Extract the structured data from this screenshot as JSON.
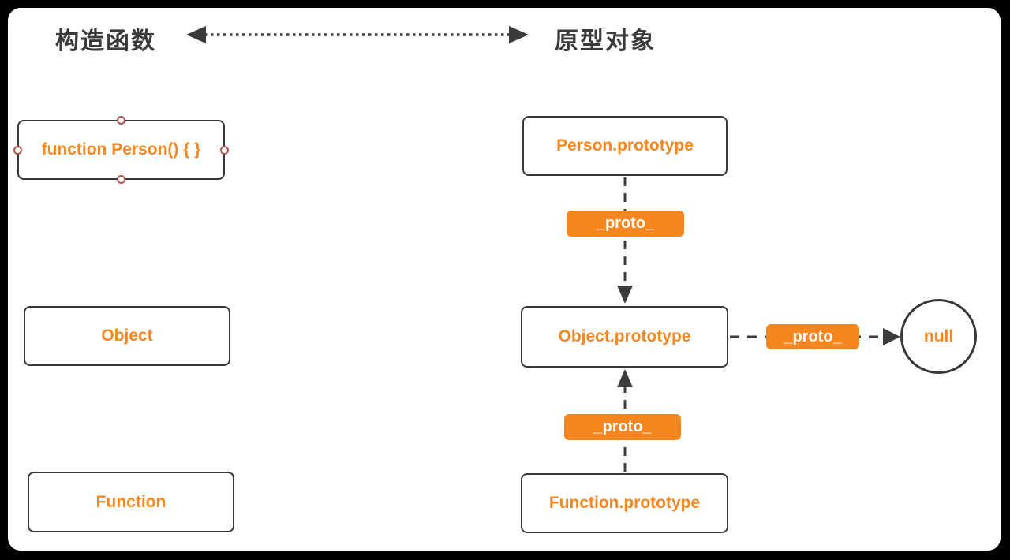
{
  "header": {
    "left_label": "构造函数",
    "right_label": "原型对象"
  },
  "colors": {
    "accent_orange": "#f6861f",
    "stroke_dark": "#383838",
    "selection_handle": "#b5524b",
    "canvas_background": "#ffffff",
    "outer_background": "#000000",
    "label_text": "#ffffff"
  },
  "nodes": {
    "constructor_column": [
      {
        "id": "person-constructor",
        "label": "function Person() { }",
        "selected": true
      },
      {
        "id": "object-constructor",
        "label": "Object",
        "selected": false
      },
      {
        "id": "function-constructor",
        "label": "Function",
        "selected": false
      }
    ],
    "prototype_column": [
      {
        "id": "person-prototype",
        "label": "Person.prototype"
      },
      {
        "id": "object-prototype",
        "label": "Object.prototype"
      },
      {
        "id": "function-prototype",
        "label": "Function.prototype"
      }
    ],
    "null_node": {
      "label": "null"
    }
  },
  "edges": {
    "header_link": {
      "style": "dotted",
      "double_arrow": true
    },
    "proto_links": [
      {
        "from": "person-prototype",
        "to": "object-prototype",
        "label": "_proto_",
        "direction": "down"
      },
      {
        "from": "object-prototype",
        "to": "null",
        "label": "_proto_",
        "direction": "right"
      },
      {
        "from": "function-prototype",
        "to": "object-prototype",
        "label": "_proto_",
        "direction": "up"
      }
    ]
  }
}
